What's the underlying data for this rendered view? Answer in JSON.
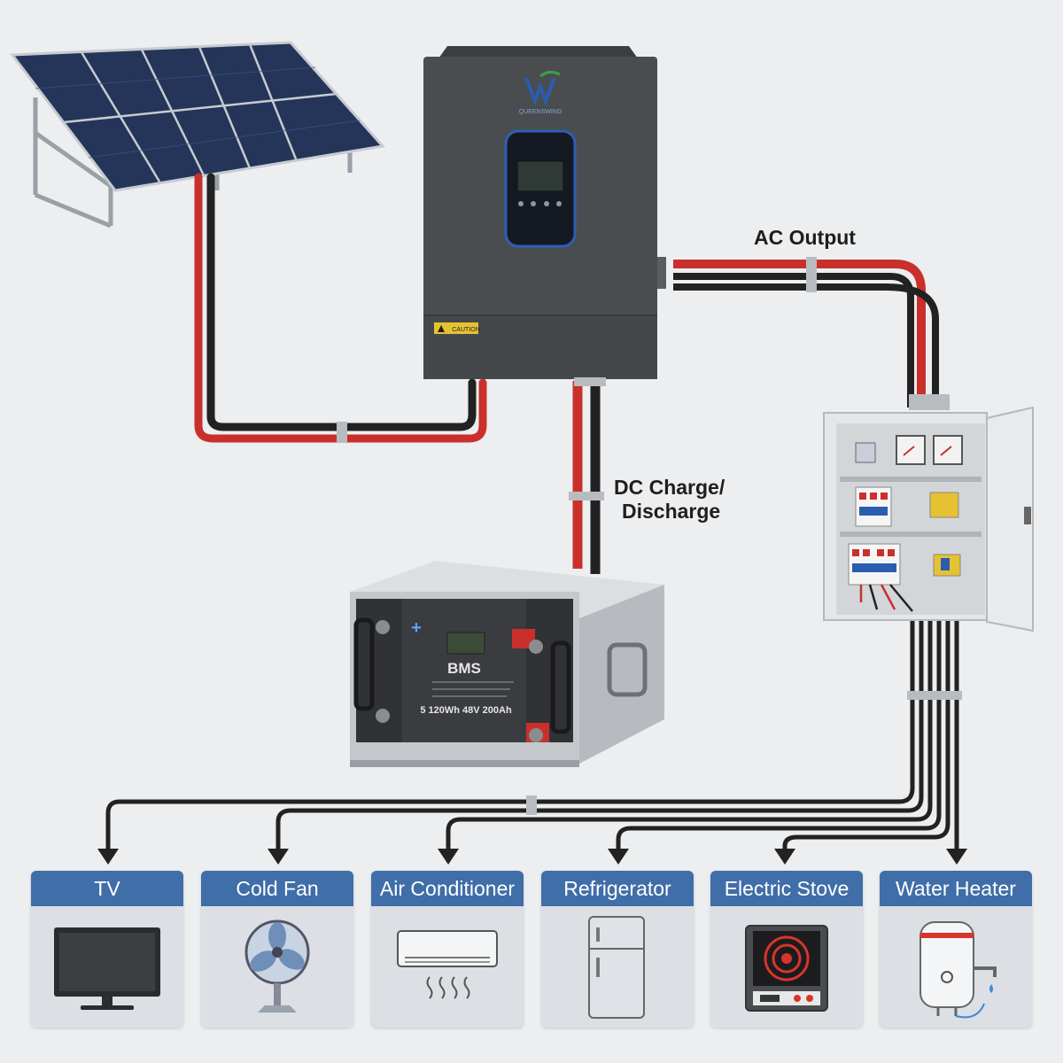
{
  "labels": {
    "ac_output": "AC Output",
    "dc_line1": "DC Charge/",
    "dc_line2": "Discharge",
    "brand": "QUEENSWING",
    "caution": "CAUTION",
    "bms": "BMS",
    "battery_spec": "5 120Wh 48V 200Ah"
  },
  "appliances": [
    {
      "label": "TV"
    },
    {
      "label": "Cold Fan"
    },
    {
      "label": "Air Conditioner"
    },
    {
      "label": "Refrigerator"
    },
    {
      "label": "Electric Stove"
    },
    {
      "label": "Water Heater"
    }
  ],
  "colors": {
    "background": "#eceeef",
    "card_header": "#3f6ea8",
    "card_body": "#dcdfe3",
    "cable_red": "#c9302c",
    "cable_black": "#222222",
    "inverter_body": "#4a4d4f",
    "solar_panel": "#2c3e66"
  }
}
